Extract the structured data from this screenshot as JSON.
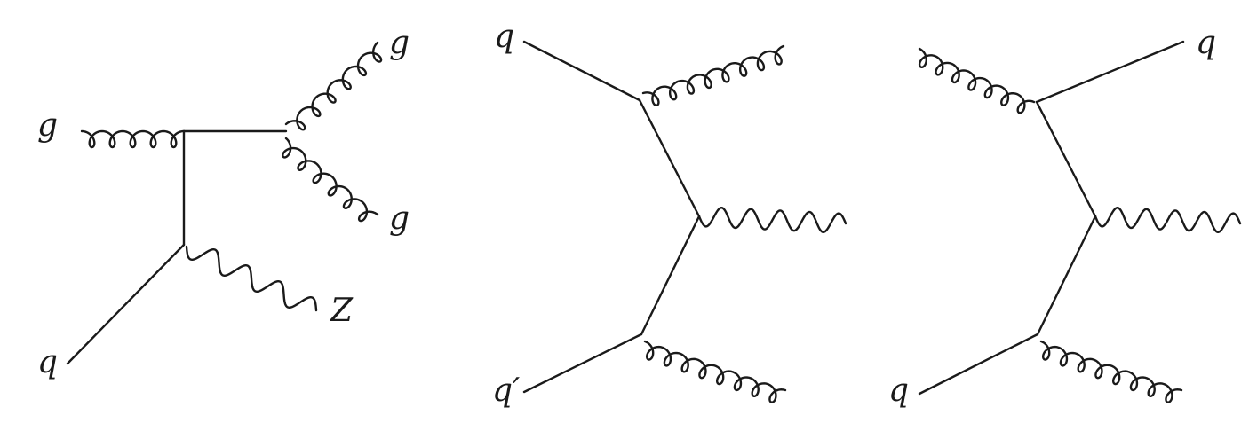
{
  "diagrams": [
    {
      "labels": {
        "gluon_in": "g",
        "gluon_out_top": "g",
        "gluon_out_bottom": "g",
        "z_boson": "Z",
        "quark_in": "q"
      }
    },
    {
      "labels": {
        "quark_in_top": "q",
        "quark_in_bottom": "q′"
      }
    },
    {
      "labels": {
        "quark_out_top": "q",
        "quark_in_bottom": "q"
      }
    }
  ]
}
